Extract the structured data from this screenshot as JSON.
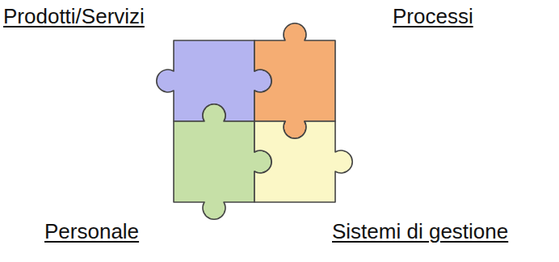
{
  "diagram": {
    "labels": [
      "Prodotti/Servizi",
      "Processi",
      "Personale",
      "Sistemi di gestione"
    ]
  }
}
